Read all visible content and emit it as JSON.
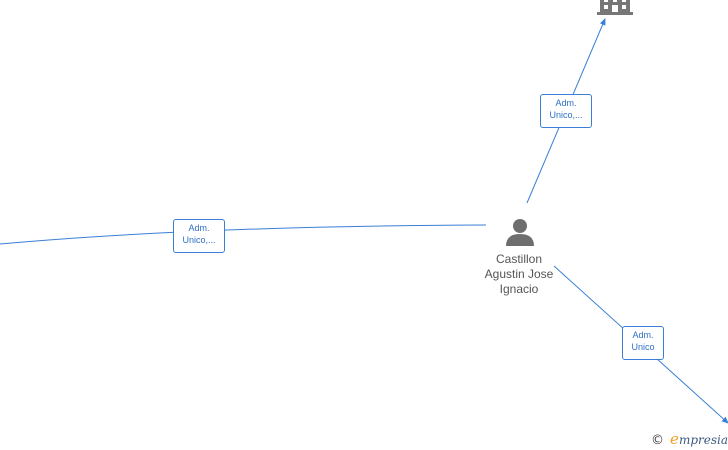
{
  "graph": {
    "person": {
      "name_line1": "Castillon",
      "name_line2": "Agustin Jose",
      "name_line3": "Ignacio",
      "icon": "person-icon"
    },
    "company_icon": "building-icon",
    "edges": {
      "top": {
        "line1": "Adm.",
        "line2": "Unico,..."
      },
      "left": {
        "line1": "Adm.",
        "line2": "Unico,..."
      },
      "bottom_right": {
        "line1": "Adm.",
        "line2": "Unico"
      }
    },
    "colors": {
      "edge": "#3a7fd5",
      "label_text": "#2f6fc4",
      "node": "#666666"
    }
  },
  "watermark": {
    "copyright": "©",
    "brand_initial": "e",
    "brand_rest": "mpresia"
  }
}
